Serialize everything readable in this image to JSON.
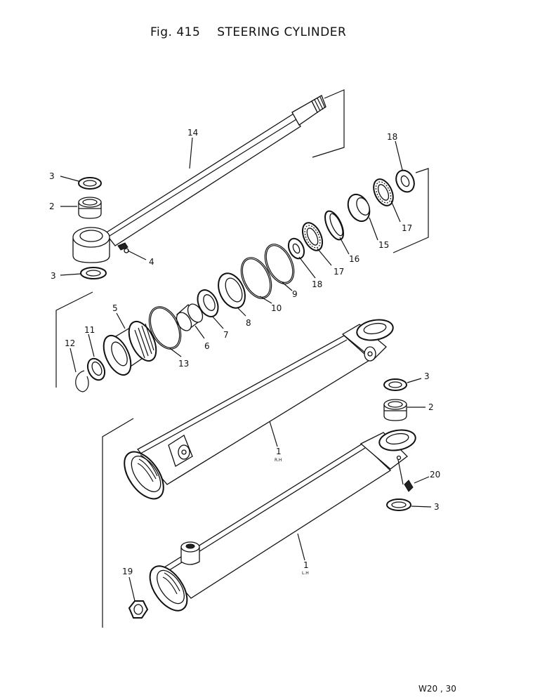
{
  "figure": {
    "number": "Fig. 415",
    "name": "STEERING CYLINDER"
  },
  "footer_code": "W20 , 30",
  "callouts": [
    {
      "id": "c14",
      "label": "14"
    },
    {
      "id": "c3a",
      "label": "3"
    },
    {
      "id": "c2a",
      "label": "2"
    },
    {
      "id": "c4",
      "label": "4"
    },
    {
      "id": "c3b",
      "label": "3"
    },
    {
      "id": "c18a",
      "label": "18"
    },
    {
      "id": "c17a",
      "label": "17"
    },
    {
      "id": "c15",
      "label": "15"
    },
    {
      "id": "c16",
      "label": "16"
    },
    {
      "id": "c17b",
      "label": "17"
    },
    {
      "id": "c18b",
      "label": "18"
    },
    {
      "id": "c9",
      "label": "9"
    },
    {
      "id": "c10",
      "label": "10"
    },
    {
      "id": "c8",
      "label": "8"
    },
    {
      "id": "c7",
      "label": "7"
    },
    {
      "id": "c6",
      "label": "6"
    },
    {
      "id": "c13",
      "label": "13"
    },
    {
      "id": "c5",
      "label": "5"
    },
    {
      "id": "c11",
      "label": "11"
    },
    {
      "id": "c12",
      "label": "12"
    },
    {
      "id": "c3c",
      "label": "3"
    },
    {
      "id": "c2b",
      "label": "2"
    },
    {
      "id": "c1rh",
      "label": "1"
    },
    {
      "id": "c20",
      "label": "20"
    },
    {
      "id": "c3d",
      "label": "3"
    },
    {
      "id": "c1lh",
      "label": "1"
    },
    {
      "id": "c19",
      "label": "19"
    }
  ],
  "side_marks": {
    "rh": "R.H",
    "lh": "L.H"
  }
}
